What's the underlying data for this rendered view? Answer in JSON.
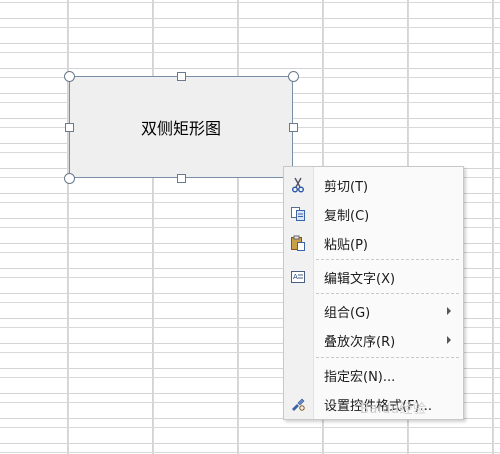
{
  "shape": {
    "label": "双侧矩形图"
  },
  "context_menu": {
    "items": [
      {
        "label": "剪切(T)",
        "icon": "scissors-icon"
      },
      {
        "label": "复制(C)",
        "icon": "copy-icon"
      },
      {
        "label": "粘贴(P)",
        "icon": "paste-icon"
      },
      {
        "label": "编辑文字(X)",
        "icon": "edit-text-icon"
      },
      {
        "label": "组合(G)",
        "has_submenu": true
      },
      {
        "label": "叠放次序(R)",
        "has_submenu": true
      },
      {
        "label": "指定宏(N)..."
      },
      {
        "label": "设置控件格式(F)...",
        "icon": "format-control-icon"
      }
    ]
  },
  "watermark": {
    "text": "Baidu经验"
  },
  "colors": {
    "grid": "#d4d4d4",
    "shape_fill": "#efefef",
    "shape_border": "#7a8fa6",
    "menu_bg": "#fafafa"
  }
}
